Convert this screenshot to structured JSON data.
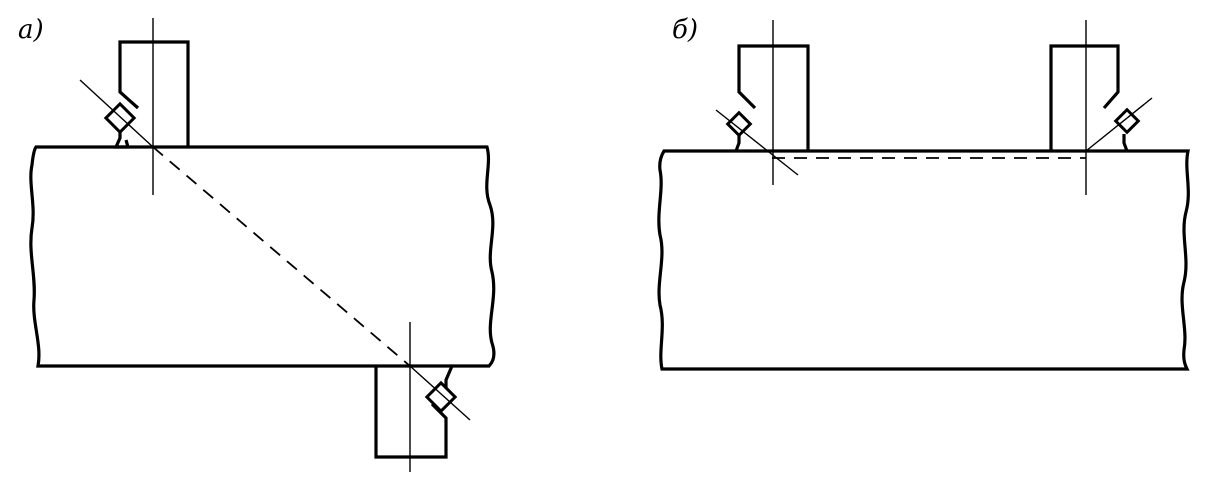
{
  "panels": [
    {
      "id": "a",
      "label": "а)"
    },
    {
      "id": "b",
      "label": "б)"
    }
  ]
}
